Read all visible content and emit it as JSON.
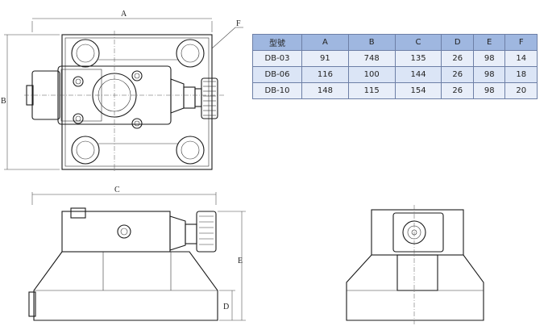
{
  "labels": {
    "A": "A",
    "B": "B",
    "C": "C",
    "D": "D",
    "E": "E",
    "F": "F"
  },
  "table": {
    "headers": [
      "型號",
      "A",
      "B",
      "C",
      "D",
      "E",
      "F"
    ],
    "rows": [
      [
        "DB-03",
        "91",
        "748",
        "135",
        "26",
        "98",
        "14"
      ],
      [
        "DB-06",
        "116",
        "100",
        "144",
        "26",
        "98",
        "18"
      ],
      [
        "DB-10",
        "148",
        "115",
        "154",
        "26",
        "98",
        "20"
      ]
    ]
  }
}
